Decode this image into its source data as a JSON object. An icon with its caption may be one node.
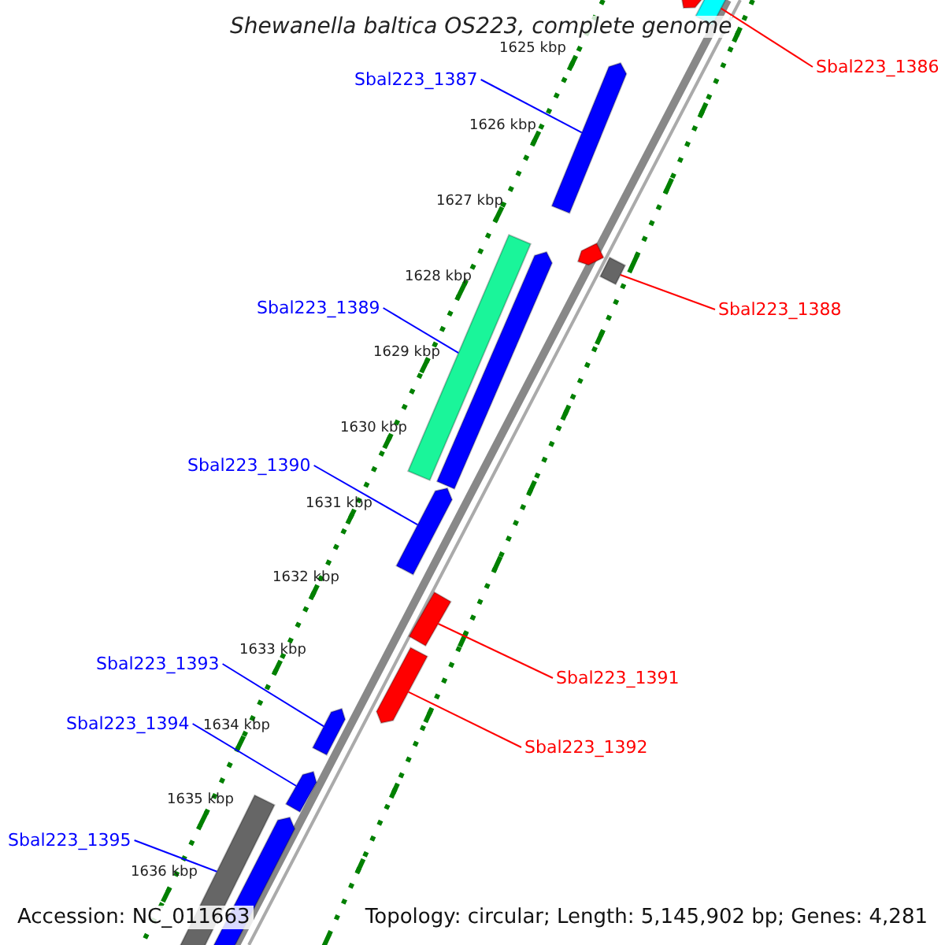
{
  "diagram": {
    "title": "Shewanella baltica OS223, complete genome",
    "nodes": [
      {
        "text": [
          "Sbal223_1386"
        ]
      },
      {
        "text": [
          "Sbal223_1387"
        ]
      },
      {
        "text": [
          "Sbal223_1389"
        ]
      },
      {
        "text": [
          "Sbal223_1388"
        ]
      },
      {
        "text": [
          "Sbal223_1390"
        ]
      },
      {
        "text": [
          "Sbal223_1393"
        ]
      },
      {
        "text": [
          "Sbal223_1391"
        ]
      },
      {
        "text": [
          "Sbal223_1394"
        ]
      },
      {
        "text": [
          "Sbal223_1392"
        ]
      },
      {
        "text": [
          "Sbal223_1395"
        ]
      },
      {
        "text": [],
        "shape": "arrow"
      },
      {
        "text": [],
        "shape": "bar"
      },
      {
        "text": [],
        "shape": "arrow"
      },
      {
        "text": [],
        "shape": "bar"
      },
      {
        "text": [],
        "shape": "arrow"
      },
      {
        "text": [],
        "shape": "arrow"
      },
      {
        "text": [],
        "shape": "box"
      },
      {
        "text": [],
        "shape": "arrow"
      },
      {
        "text": [],
        "shape": "bar"
      },
      {
        "text": [],
        "shape": "arrow"
      },
      {
        "text": [],
        "shape": "arrow"
      },
      {
        "text": [],
        "shape": "arrow"
      },
      {
        "text": [],
        "shape": "bar"
      },
      {
        "text": [],
        "shape": "arrow"
      }
    ],
    "edges": [
      {
        "from": 0,
        "to": 11,
        "arrow": "none",
        "color": "#ff0000"
      },
      {
        "from": 1,
        "to": 12,
        "arrow": "none",
        "color": "#0000ff"
      },
      {
        "from": 2,
        "to": 13,
        "arrow": "none",
        "color": "#0000ff"
      },
      {
        "from": 3,
        "to": 16,
        "arrow": "none",
        "color": "#ff0000"
      },
      {
        "from": 4,
        "to": 17,
        "arrow": "none",
        "color": "#0000ff"
      },
      {
        "from": 5,
        "to": 20,
        "arrow": "none",
        "color": "#0000ff"
      },
      {
        "from": 6,
        "to": 18,
        "arrow": "none",
        "color": "#ff0000"
      },
      {
        "from": 7,
        "to": 21,
        "arrow": "none",
        "color": "#0000ff"
      },
      {
        "from": 8,
        "to": 19,
        "arrow": "none",
        "color": "#ff0000"
      },
      {
        "from": 9,
        "to": 22,
        "arrow": "none",
        "color": "#0000ff"
      }
    ],
    "labels": [
      "1625 kbp",
      "1626 kbp",
      "1627 kbp",
      "1628 kbp",
      "1629 kbp",
      "1630 kbp",
      "1631 kbp",
      "1632 kbp",
      "1633 kbp",
      "1634 kbp",
      "1635 kbp",
      "1636 kbp",
      "Accession: NC_011663",
      "Topology: circular; Length: 5,145,902 bp; Genes: 4,281"
    ]
  }
}
